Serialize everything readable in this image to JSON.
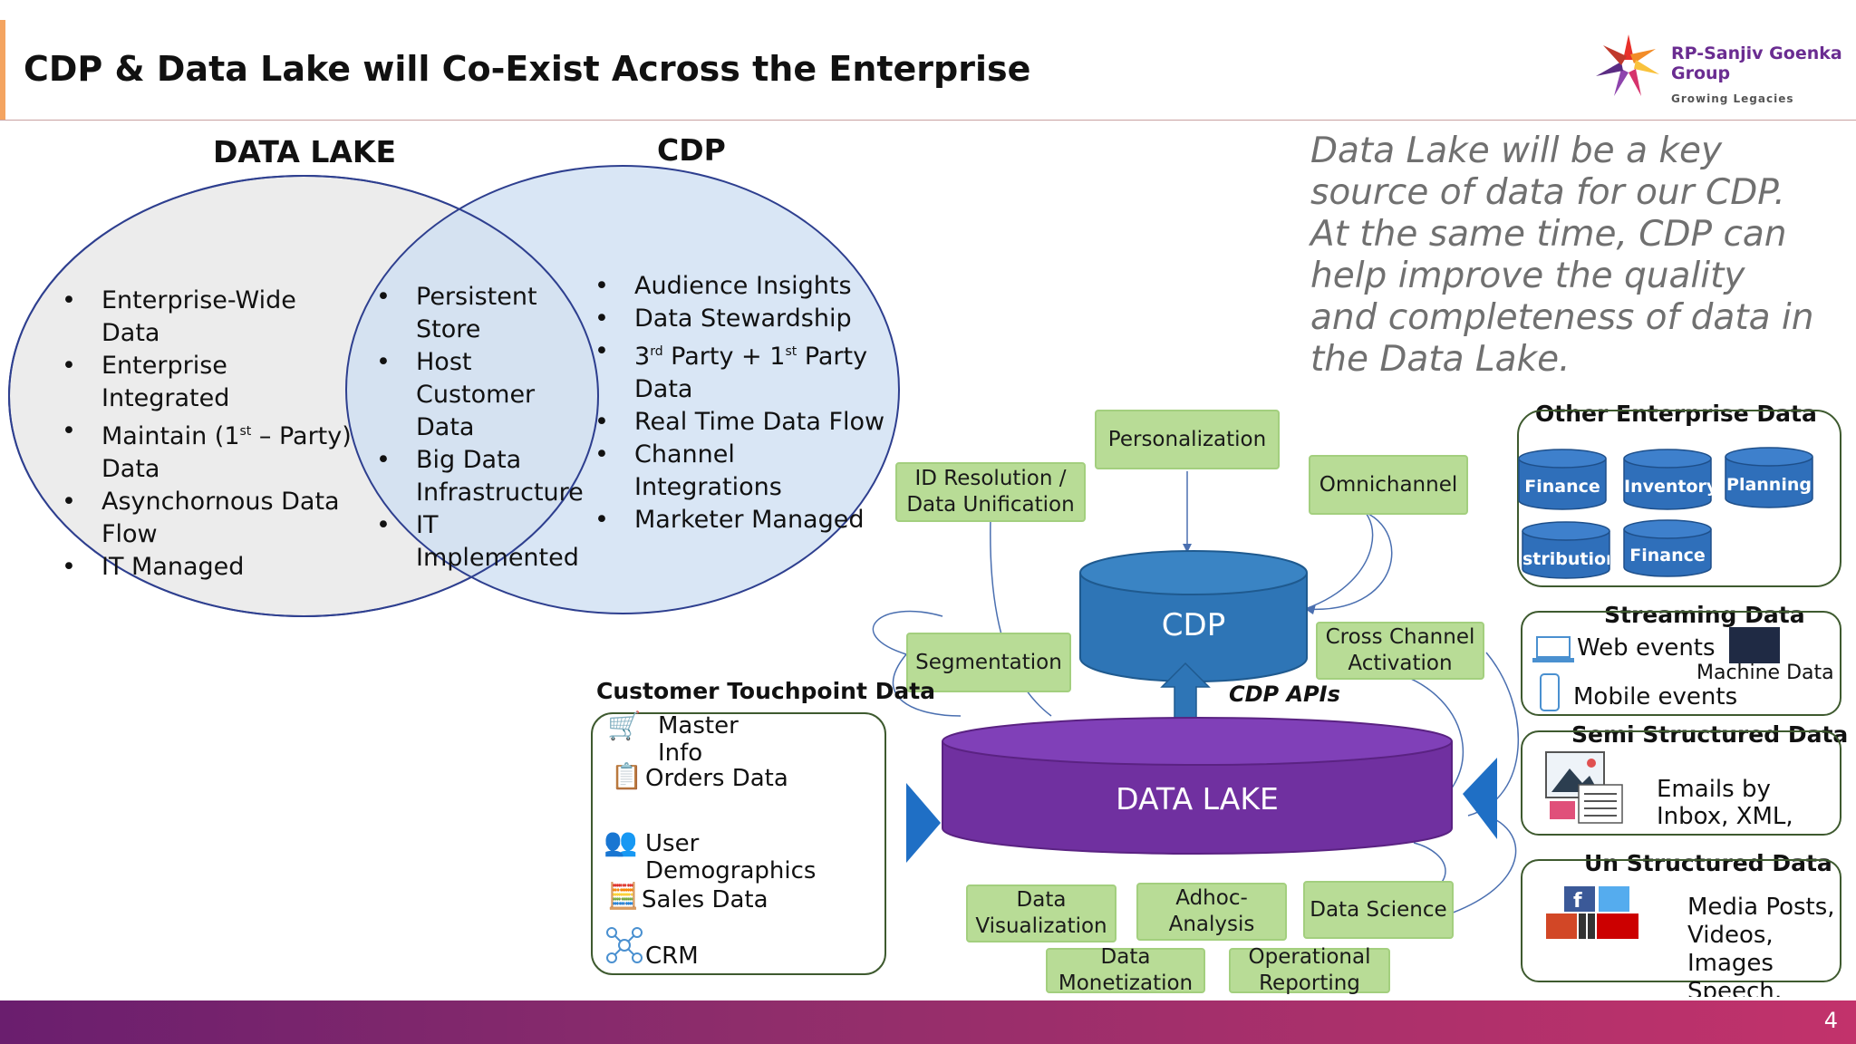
{
  "title": "CDP & Data Lake will Co-Exist Across the Enterprise",
  "logo": {
    "name_line1": "RP-Sanjiv Goenka",
    "name_line2": "Group",
    "tagline": "Growing Legacies"
  },
  "venn": {
    "left_title": "DATA LAKE",
    "right_title": "CDP",
    "left_items": [
      "Enterprise-Wide Data",
      "Enterprise Integrated",
      "Maintain (1st – Party) Data",
      "Asynchornous Data Flow",
      "IT Managed"
    ],
    "middle_items": [
      "Persistent Store",
      "Host Customer Data",
      "Big Data Infrastructure",
      "IT Implemented"
    ],
    "right_items": [
      "Audience Insights",
      "Data Stewardship",
      "3rd Party + 1st Party Data",
      "Real Time Data Flow",
      "Channel Integrations",
      "Marketer Managed"
    ]
  },
  "quote": "Data Lake will be a key source of data for our CDP. At the same time, CDP can help improve the quality and completeness of data in the Data Lake.",
  "cdp_boxes": {
    "personalization": "Personalization",
    "id_resolution": "ID Resolution / Data Unification",
    "omnichannel": "Omnichannel",
    "segmentation": "Segmentation",
    "cross_channel": "Cross Channel Activation",
    "cdp": "CDP",
    "cdp_apis": "CDP APIs",
    "data_lake": "DATA LAKE"
  },
  "outputs": {
    "data_visualization": "Data Visualization",
    "adhoc_analysis": "Adhoc-Analysis",
    "data_science": "Data Science",
    "data_monetization": "Data Monetization",
    "operational_reporting": "Operational Reporting"
  },
  "touchpoint": {
    "title": "Customer Touchpoint Data",
    "items": [
      "Master Info",
      "Orders Data",
      "User Demographics",
      "Sales Data",
      "CRM"
    ]
  },
  "enterprise": {
    "title": "Other Enterprise Data",
    "cylinders": [
      "Finance",
      "Inventory",
      "Planning",
      "stribution",
      "Finance"
    ]
  },
  "streaming": {
    "title": "Streaming Data",
    "web": "Web events",
    "machine": "Machine Data",
    "mobile": "Mobile events"
  },
  "semi": {
    "title": "Semi Structured Data",
    "text": "Emails by Inbox, XML,"
  },
  "unstructured": {
    "title": "Un Structured Data",
    "text": "Media Posts, Videos, Images Speech, Online Reviews, PDF"
  },
  "page_number": "4",
  "colors": {
    "cdp_blue": "#2e75b6",
    "lake_purple": "#7030a0",
    "green_box": "#b8dc96",
    "enterprise_blue": "#2f6fba"
  }
}
